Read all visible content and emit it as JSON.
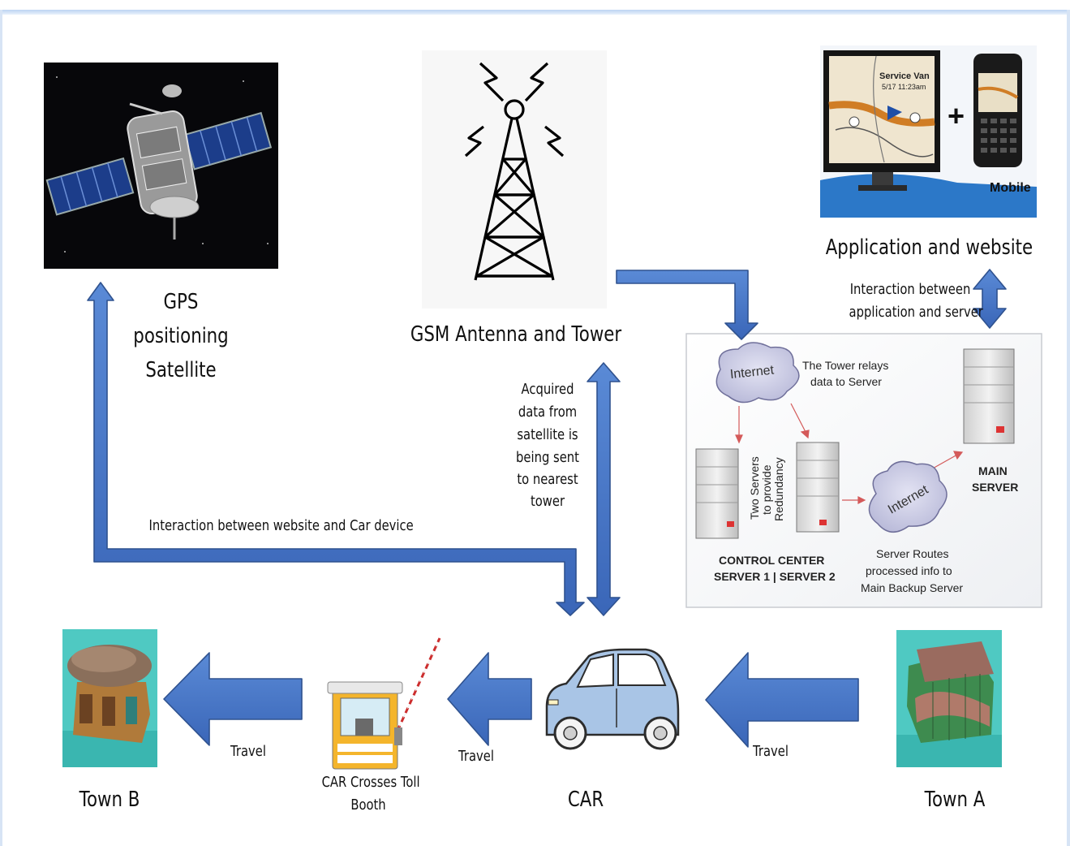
{
  "labels": {
    "gps_line1": "GPS",
    "gps_line2": "positioning",
    "gps_line3": "Satellite",
    "gsm": "GSM Antenna and Tower",
    "app": "Application and website",
    "interaction_app_1": "Interaction between",
    "interaction_app_2": "application and server",
    "acquired_1": "Acquired",
    "acquired_2": "data from",
    "acquired_3": "satellite is",
    "acquired_4": "being sent",
    "acquired_5": "to nearest",
    "acquired_6": "tower",
    "interaction_car": "Interaction between website and Car device",
    "travel": "Travel",
    "town_b": "Town B",
    "car": "CAR",
    "town_a": "Town A",
    "toll_1": "CAR Crosses Toll",
    "toll_2": "Booth"
  },
  "monitor": {
    "title": "Service Van",
    "time": "5/17 11:23am",
    "plus": "+",
    "mobile": "Mobile"
  },
  "server_panel": {
    "internet": "Internet",
    "internet2": "Internet",
    "relay_1": "The Tower relays",
    "relay_2": "data to Server",
    "two_servers_1": "Two Servers",
    "two_servers_2": "to provide",
    "two_servers_3": "Redundancy",
    "main_1": "MAIN",
    "main_2": "SERVER",
    "control_1": "CONTROL CENTER",
    "control_2": "SERVER 1 | SERVER 2",
    "routes_1": "Server Routes",
    "routes_2": "processed info to",
    "routes_3": "Main Backup Server"
  },
  "colors": {
    "arrow_fill": "#4472c4",
    "arrow_stroke": "#2f528f",
    "satellite_bg": "#0b0b0f",
    "panel_blue": "#2b6cc4"
  }
}
